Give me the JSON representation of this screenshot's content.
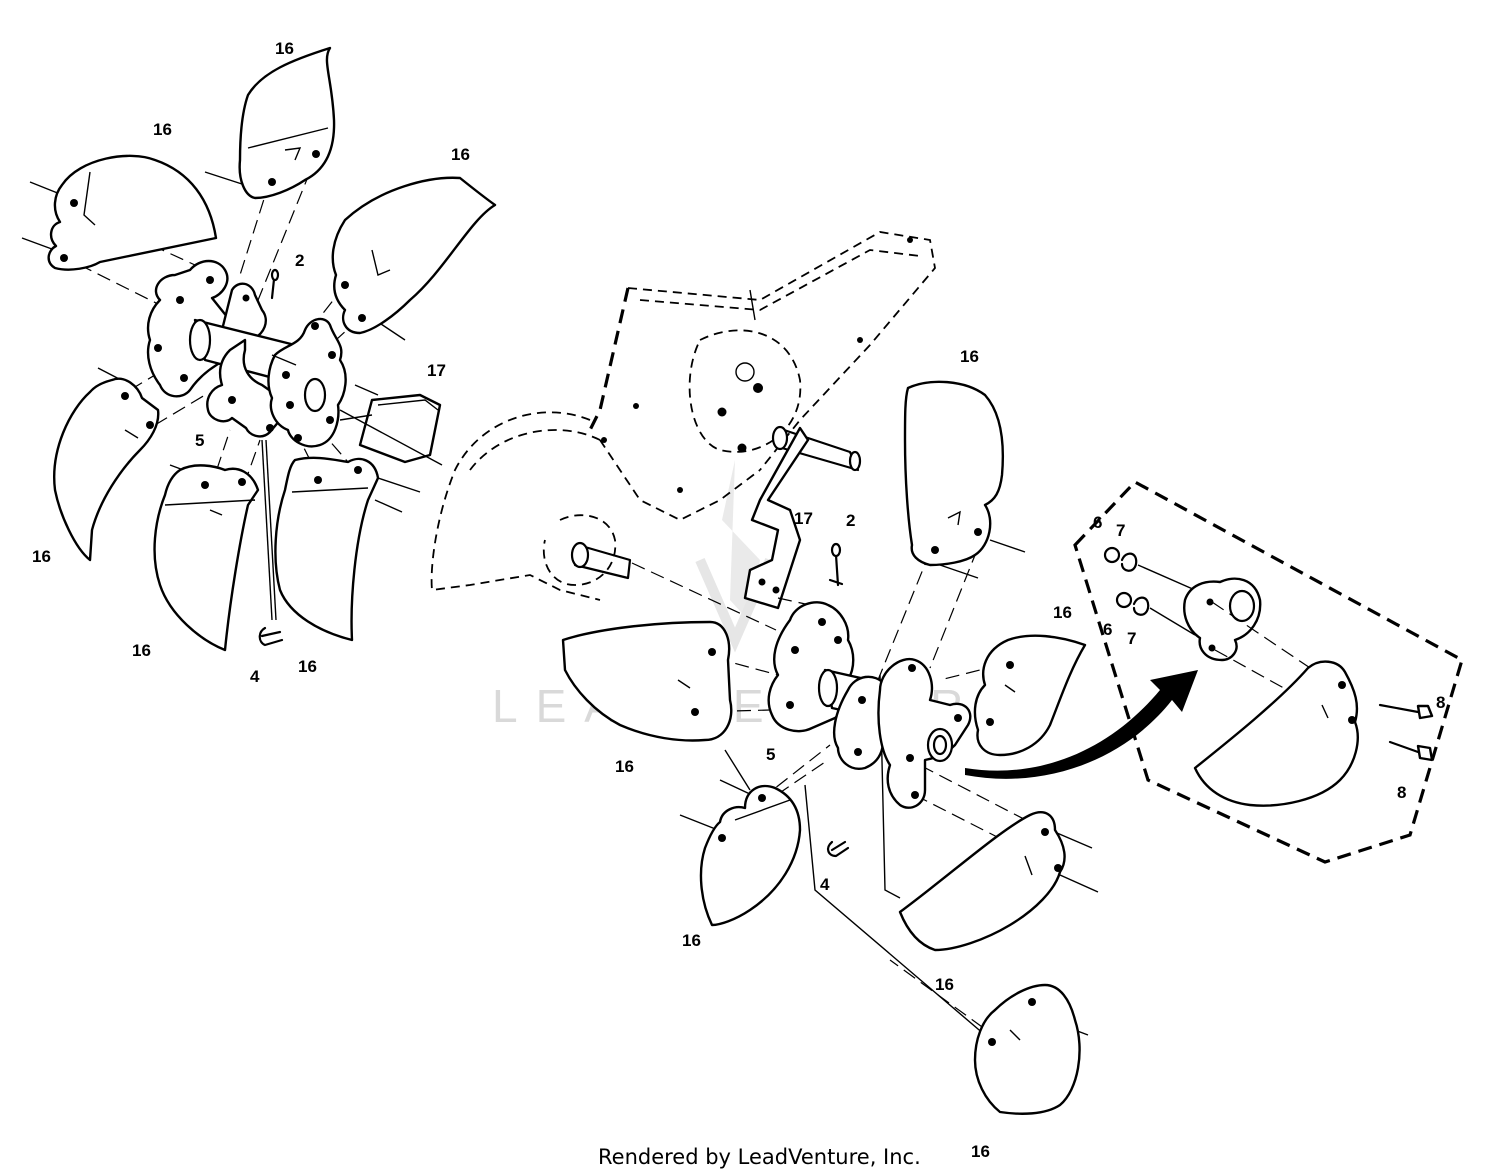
{
  "callouts": {
    "part_16": "16",
    "part_17": "17",
    "part_2": "2",
    "part_4": "4",
    "part_5": "5",
    "part_6": "6",
    "part_7": "7",
    "part_8": "8"
  },
  "watermark": "LEADVENTURE",
  "footer": {
    "credit": "Rendered by LeadVenture, Inc."
  }
}
